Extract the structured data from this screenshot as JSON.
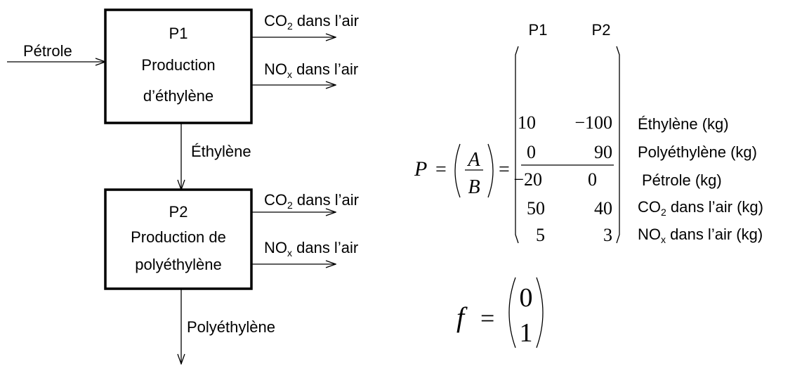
{
  "flow": {
    "input_label": "Pétrole",
    "p1": {
      "code": "P1",
      "line1": "Production",
      "line2": "d’éthylène"
    },
    "p2": {
      "code": "P2",
      "line1": "Production de",
      "line2": "polyéthylène"
    },
    "link_label": "Éthylène",
    "output_label": "Polyéthylène",
    "co2": {
      "prefix": "CO",
      "sub": "2",
      "suffix": " dans l’air"
    },
    "nox": {
      "prefix": "NO",
      "sub": "x",
      "suffix": " dans l’air"
    }
  },
  "matrix": {
    "name": "P",
    "eq": "=",
    "a": "A",
    "b": "B",
    "columns": [
      "P1",
      "P2"
    ],
    "rows": [
      {
        "v1": "10",
        "v2": "−100",
        "label": "Éthylène (kg)"
      },
      {
        "v1": "0",
        "v2": "90",
        "label": "Polyéthylène (kg)"
      },
      {
        "v1": "−20",
        "v2": "0",
        "label": "Pétrole (kg)"
      },
      {
        "v1": "50",
        "v2": "40",
        "label_prefix": "CO",
        "label_sub": "2",
        "label_suffix": " dans l’air (kg)"
      },
      {
        "v1": "5",
        "v2": "3",
        "label_prefix": "NO",
        "label_sub": "x",
        "label_suffix": " dans l’air (kg)"
      }
    ]
  },
  "vector": {
    "name": "f",
    "eq": "=",
    "values": [
      "0",
      "1"
    ]
  }
}
